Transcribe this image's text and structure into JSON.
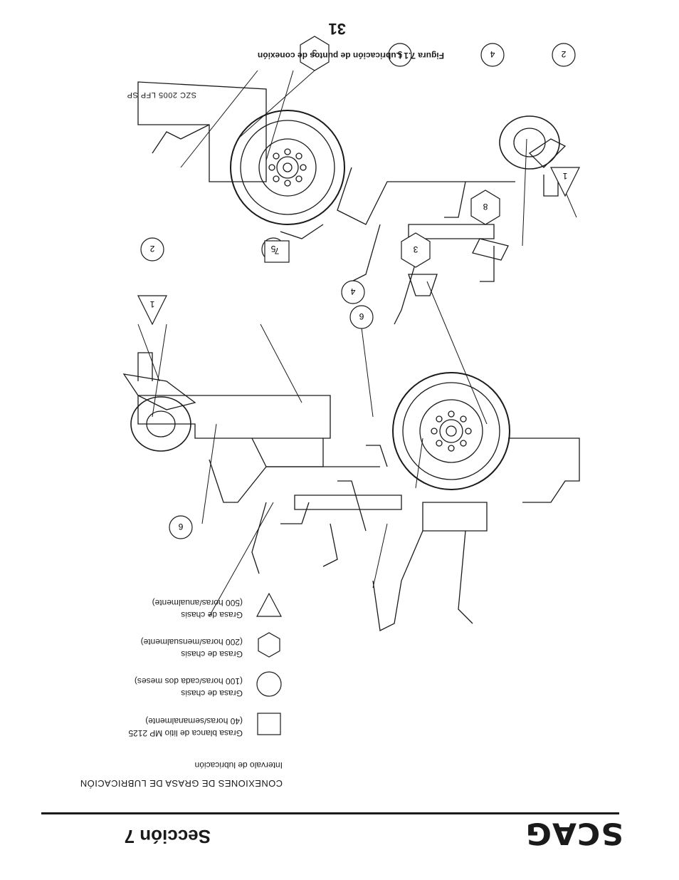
{
  "header": {
    "section_title": "Sección 7",
    "brand_logo": "SCAG"
  },
  "legend": {
    "title": "CONEXIONES DE GRASA DE LUBRICACIÓN",
    "subtitle": "Intervalo de lubricación",
    "items": [
      {
        "shape": "square",
        "line1": "Grasa blanca de litio MP 2125",
        "line2": "(40 horas/semanalmente)"
      },
      {
        "shape": "circle",
        "line1": "Grasa de chasis",
        "line2": "(100 horas/cada dos meses)"
      },
      {
        "shape": "hexagon",
        "line1": "Grasa de chasis",
        "line2": "(200 horas/mensualmente)"
      },
      {
        "shape": "triangle",
        "line1": "Grasa de chasis",
        "line2": "(500 horas/anualmente)"
      }
    ]
  },
  "diagram": {
    "upper_callouts": [
      "1",
      "2",
      "3",
      "4",
      "5",
      "6",
      "7"
    ],
    "lower_callouts": [
      "1",
      "2",
      "3",
      "4",
      "5",
      "6",
      "8"
    ],
    "model_code": "SZC 2005 LFP SP"
  },
  "figure_caption": "Figura 7.1 Lubricación de puntos de conexión",
  "page_number": "31",
  "colors": {
    "ink": "#1a1a1a",
    "paper": "#ffffff"
  }
}
